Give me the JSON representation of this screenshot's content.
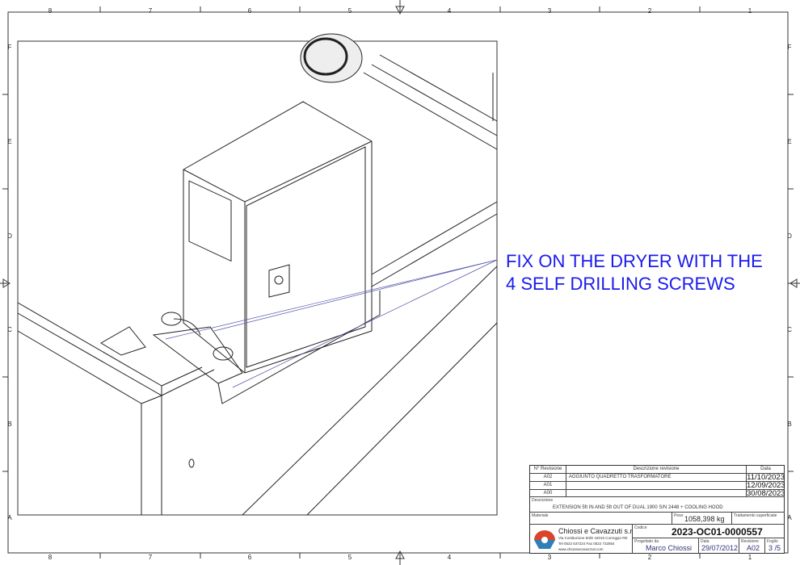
{
  "frame": {
    "columns": [
      "8",
      "7",
      "6",
      "5",
      "4",
      "3",
      "2",
      "1"
    ],
    "rows": [
      "F",
      "E",
      "D",
      "C",
      "B",
      "A"
    ]
  },
  "note": {
    "line1": "FIX ON THE DRYER WITH THE",
    "line2": "4 SELF DRILLING SCREWS",
    "color": "#1a1aee"
  },
  "title_block": {
    "rev_header": "N° Revisione",
    "desc_header": "Descrizione revisione",
    "date_header": "Data",
    "revisions": [
      {
        "rev": "A02",
        "desc": "AGGIUNTO QUADRETTO TRASFORMATORE",
        "date": "11/10/2023"
      },
      {
        "rev": "A01",
        "desc": "",
        "date": "12/09/2023"
      },
      {
        "rev": "A00",
        "desc": "",
        "date": "30/08/2023"
      }
    ],
    "descrizione_label": "Descrizione",
    "descrizione": "EXTENSION 5ft IN AND 5ft OUT OF DUAL 1900 S/N 2448 + COOLING HOOD",
    "materiale_label": "Materiale",
    "peso_label": "Peso",
    "peso": "1058,398 kg",
    "trattamento_label": "Trattamento superficiale",
    "company": {
      "name": "Chiossi e Cavazzuti s.r.l.",
      "address": "Via Costituzione 50/D 42015 Correggio RE",
      "phone": "Tel 0522 637224 Fax 0522 732854",
      "web": "www.chiossiecavazzuti.com",
      "logo_colors": [
        "#d9452b",
        "#2f7fb8"
      ]
    },
    "codice_label": "Codice",
    "codice": "2023-OC01-0000557",
    "progettato_label": "Progettato da",
    "progettato": "Marco Chiossi",
    "data_label": "Data",
    "data": "29/07/2012",
    "revisione_label": "Revisione",
    "revisione": "A02",
    "foglio_label": "Foglio",
    "foglio": "3 /5"
  }
}
